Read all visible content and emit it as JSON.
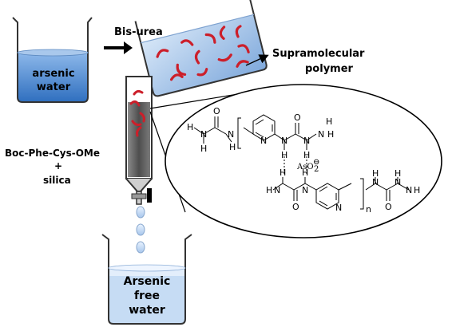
{
  "labels": {
    "bis_urea": "Bis-urea",
    "supramolecular_line1": "Supramolecular",
    "supramolecular_line2": "polymer",
    "boc": "Boc-Phe-Cys-OMe",
    "plus": "+",
    "silica": "silica"
  },
  "beakers": {
    "input_line1": "arsenic",
    "input_line2": "water",
    "output_line1": "Arsenic",
    "output_line2": "free",
    "output_line3": "water"
  },
  "structure": {
    "H": "H",
    "N": "N",
    "O": "O",
    "arsenite": "AsO",
    "arsenite_sub": "2",
    "arsenite_charge": "⊖",
    "repeat_n": "n"
  },
  "colors": {
    "water": "#4f8fd4",
    "water_light": "#a9c8ec",
    "polymer_red": "#cc1f2a",
    "column_fill": "#6b6b6b"
  }
}
